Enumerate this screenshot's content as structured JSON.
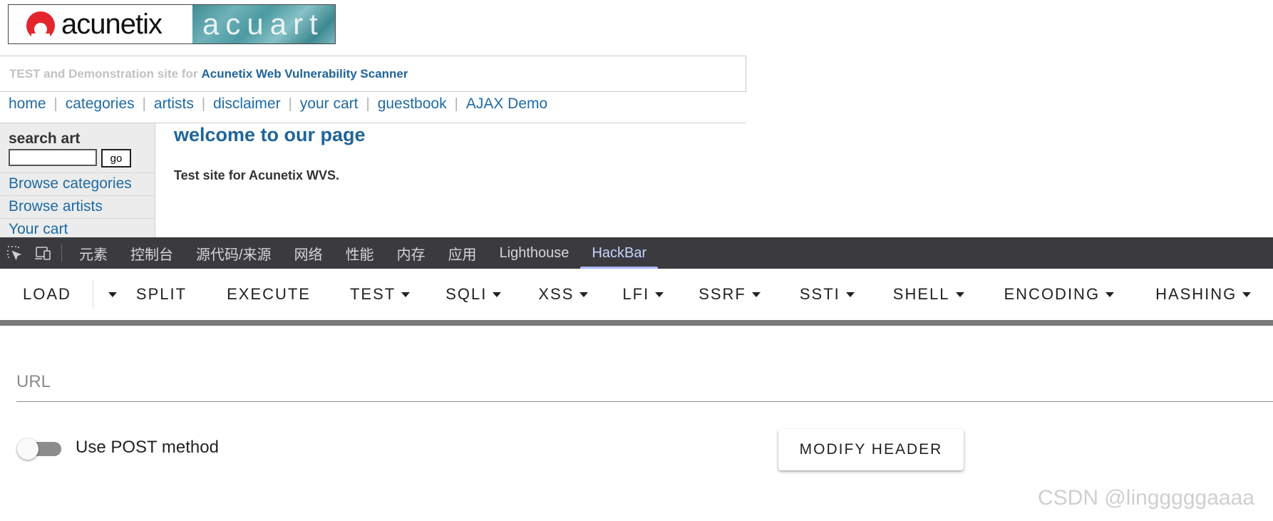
{
  "site": {
    "logo": {
      "brand_name": "acunetix",
      "brand_right": "acuart"
    },
    "tagline": {
      "prefix": "TEST and Demonstration site for",
      "highlight": "Acunetix Web Vulnerability Scanner"
    },
    "topnav": [
      {
        "label": "home"
      },
      {
        "label": "categories"
      },
      {
        "label": "artists"
      },
      {
        "label": "disclaimer"
      },
      {
        "label": "your cart"
      },
      {
        "label": "guestbook"
      },
      {
        "label": "AJAX Demo"
      }
    ],
    "sidebar": {
      "search_label": "search art",
      "search_value": "",
      "go_label": "go",
      "links": [
        {
          "label": "Browse categories"
        },
        {
          "label": "Browse artists"
        },
        {
          "label": "Your cart"
        }
      ]
    },
    "content": {
      "title": "welcome to our page",
      "text": "Test site for Acunetix WVS."
    }
  },
  "devtools": {
    "tabs": [
      {
        "label": "元素"
      },
      {
        "label": "控制台"
      },
      {
        "label": "源代码/来源"
      },
      {
        "label": "网络"
      },
      {
        "label": "性能"
      },
      {
        "label": "内存"
      },
      {
        "label": "应用"
      },
      {
        "label": "Lighthouse"
      },
      {
        "label": "HackBar",
        "active": true
      }
    ]
  },
  "hackbar": {
    "toolbar": {
      "load": "LOAD",
      "split": "SPLIT",
      "execute": "EXECUTE",
      "menus": [
        {
          "label": "TEST"
        },
        {
          "label": "SQLI"
        },
        {
          "label": "XSS"
        },
        {
          "label": "LFI"
        },
        {
          "label": "SSRF"
        },
        {
          "label": "SSTI"
        },
        {
          "label": "SHELL"
        },
        {
          "label": "ENCODING"
        },
        {
          "label": "HASHING"
        }
      ]
    },
    "url_label": "URL",
    "url_value": "",
    "post_toggle_label": "Use POST method",
    "post_enabled": false,
    "modify_header_label": "MODIFY HEADER"
  },
  "watermark": "CSDN @lingggggaaaa",
  "colors": {
    "link_blue": "#1f6aa5",
    "devtools_bg": "#3b3b3f",
    "active_tab": "#c5d3ff"
  }
}
